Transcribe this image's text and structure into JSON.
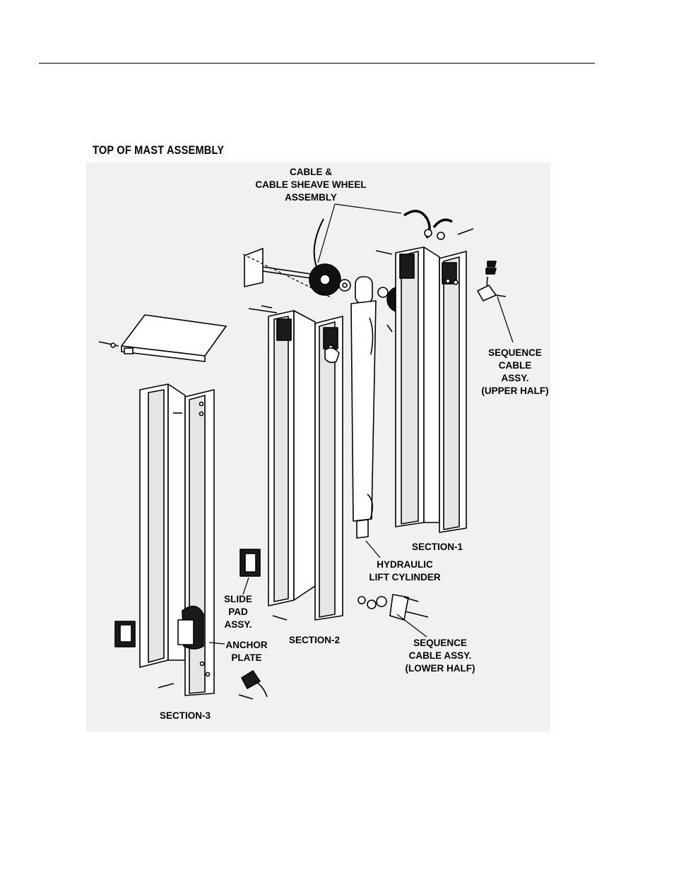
{
  "title": "TOP OF MAST ASSEMBLY",
  "labels": {
    "cable_sheave": [
      "CABLE &",
      "CABLE SHEAVE WHEEL",
      "ASSEMBLY"
    ],
    "sequence_upper": [
      "SEQUENCE",
      "CABLE",
      "ASSY.",
      "(UPPER HALF)"
    ],
    "section1": "SECTION-1",
    "hydraulic": [
      "HYDRAULIC",
      "LIFT CYLINDER"
    ],
    "slide_pad": [
      "SLIDE",
      "PAD",
      "ASSY."
    ],
    "section2": "SECTION-2",
    "anchor_plate": [
      "ANCHOR",
      "PLATE"
    ],
    "sequence_lower": [
      "SEQUENCE",
      "CABLE ASSY.",
      "(LOWER HALF)"
    ],
    "section3": "SECTION-3"
  }
}
